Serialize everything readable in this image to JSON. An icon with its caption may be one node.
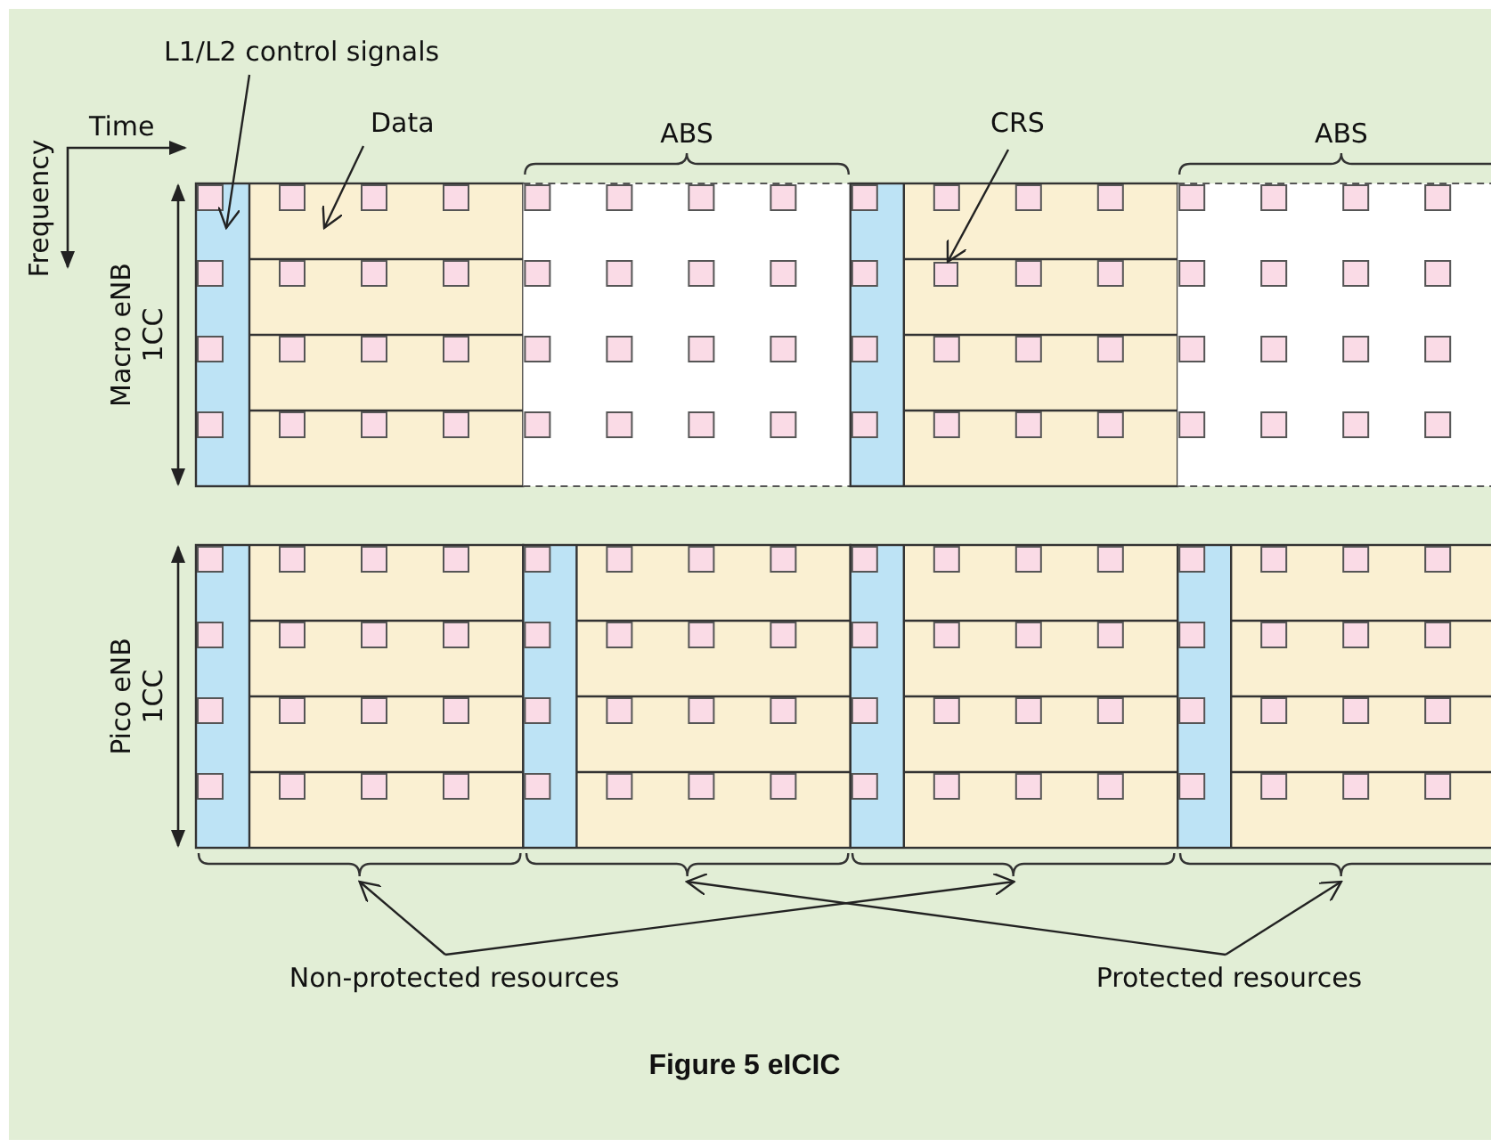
{
  "diagram": {
    "caption": "Figure 5 eICIC",
    "nodes": [
      {
        "text": [
          "L1/L2 control signals"
        ]
      },
      {
        "text": [
          "Data"
        ]
      },
      {
        "text": [
          "CRS"
        ]
      },
      {
        "text": [],
        "shape": "bar"
      },
      {
        "text": [],
        "shape": "box"
      },
      {
        "text": [],
        "shape": "box"
      },
      {
        "text": [
          "Non-protected resources"
        ]
      },
      {
        "text": [
          "Protected resources"
        ]
      },
      {
        "text": [],
        "shape": "bracket"
      },
      {
        "text": [],
        "shape": "bracket"
      },
      {
        "text": [],
        "shape": "bracket"
      },
      {
        "text": [],
        "shape": "bracket"
      }
    ],
    "edges": [
      {
        "from": 0,
        "to": 3,
        "arrow": "to"
      },
      {
        "from": 1,
        "to": 4,
        "arrow": "to"
      },
      {
        "from": 2,
        "to": 5,
        "arrow": "to"
      },
      {
        "from": 6,
        "to": 8,
        "arrow": "to"
      },
      {
        "from": 6,
        "to": 10,
        "arrow": "to"
      },
      {
        "from": 7,
        "to": 9,
        "arrow": "to"
      },
      {
        "from": 7,
        "to": 11,
        "arrow": "to"
      }
    ],
    "labels": [
      "Time",
      "Frequency",
      "ABS",
      "ABS",
      "Macro eNB 1CC",
      "Pico eNB 1CC"
    ]
  }
}
